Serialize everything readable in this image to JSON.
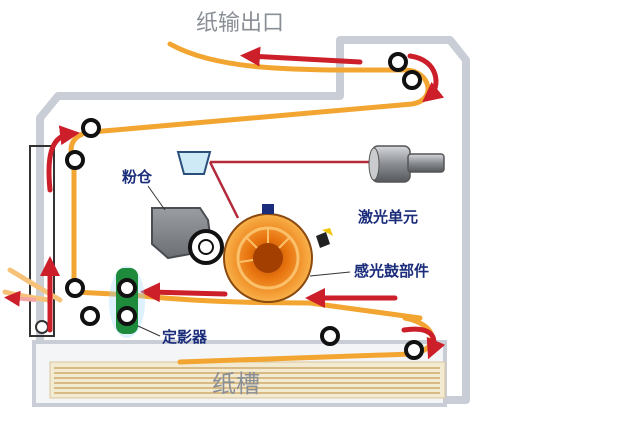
{
  "labels": {
    "paper_exit": "纸输出口",
    "toner_bin": "粉仓",
    "laser_unit": "激光单元",
    "drum_unit": "感光鼓部件",
    "fuser": "定影器",
    "paper_tray": "纸槽"
  },
  "colors": {
    "paper_path": "#f2a531",
    "arrow": "#cc1f2a",
    "roller": "#111111",
    "drum": "#f7941d",
    "fuser_green": "#1e8a3c",
    "label_blue": "#1a2c7a",
    "label_gray": "#8a8f96",
    "body_outline": "#c9ced6",
    "body_fill": "#ffffff",
    "tray_fill": "#f3ead2",
    "tray_lines": "#cfa96a",
    "laser_gray": "#8c8f94",
    "beam": "#b32a3a"
  },
  "icons": {
    "toner_funnel": "funnel-icon",
    "laser_emitter": "laser-emitter-icon"
  }
}
